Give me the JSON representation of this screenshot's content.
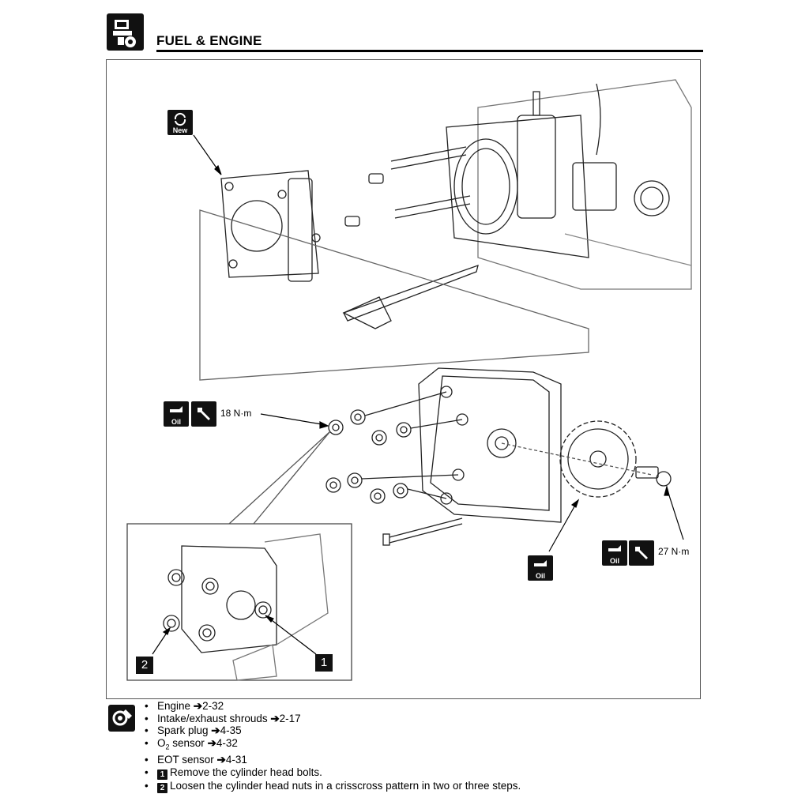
{
  "header": {
    "title": "FUEL & ENGINE",
    "icon": "engine-section-icon"
  },
  "figure": {
    "callouts": {
      "gasket_label": "New",
      "oil_label_1": "Oil",
      "torque_1": "18 N·m",
      "oil_label_2": "Oil",
      "oil_label_3": "Oil",
      "torque_2": "27 N·m",
      "inset_number_1": "1",
      "inset_number_2": "2"
    }
  },
  "steps": {
    "icon": "procedure-gear-icon",
    "items": [
      {
        "text": "Engine ",
        "ref": "2-32"
      },
      {
        "text": "Intake/exhaust shrouds ",
        "ref": "2-17"
      },
      {
        "text": "Spark plug ",
        "ref": "4-35"
      },
      {
        "text_prefix": "O",
        "text_sub": "2",
        "text_suffix": " sensor ",
        "ref": "4-32"
      },
      {
        "text": "EOT sensor ",
        "ref": "4-31"
      },
      {
        "badge": "1",
        "text": "Remove the cylinder head bolts."
      },
      {
        "badge": "2",
        "text": "Loosen the cylinder head nuts in a crisscross pattern in two or three steps."
      }
    ],
    "arrow_glyph": "➔"
  }
}
